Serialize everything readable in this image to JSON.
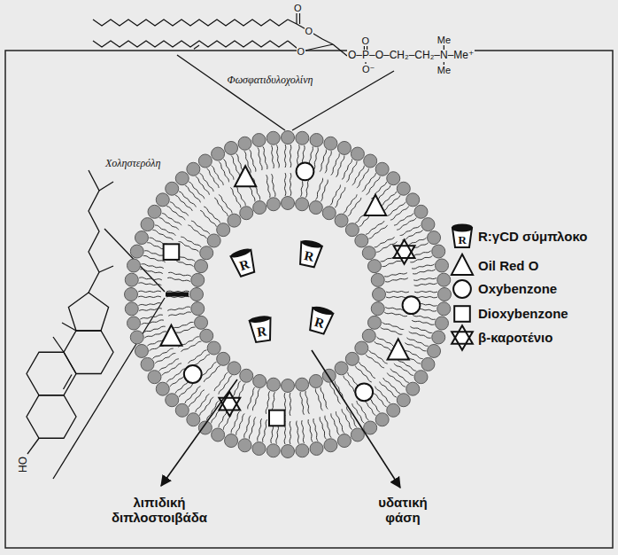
{
  "diagram": {
    "nodes": [
      {
        "text": [
          "R"
        ]
      },
      {
        "text": [
          "R"
        ]
      },
      {
        "text": [
          "R"
        ]
      },
      {
        "text": [
          "R"
        ]
      }
    ],
    "labels": [
      "O",
      "O",
      "O",
      "O–P–O–CH₂–CH₂–N–Me⁺",
      "O",
      "O⁻",
      "Me",
      "Me",
      "Φωσφατιδυλοχολίνη",
      "Χοληστερόλη",
      "HO",
      "λιπιδική διπλοστοιβάδα",
      "υδατική φάση",
      "R"
    ],
    "legend": [
      {
        "text": "R:γCD σύμπλοκο"
      },
      {
        "text": "Oil Red O"
      },
      {
        "text": "Oxybenzone"
      },
      {
        "text": "Dioxybenzone"
      },
      {
        "text": "β-καροτένιο"
      }
    ]
  }
}
